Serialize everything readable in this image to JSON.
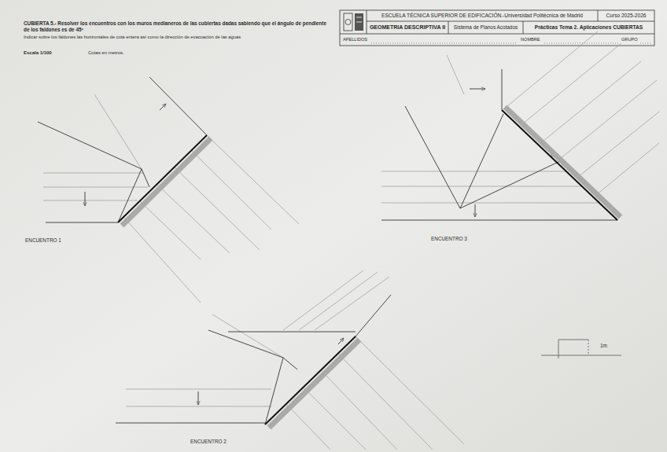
{
  "diagram": {
    "nodes": [
      {
        "text": [
          "ESCUELA TÉCNICA SUPERIOR DE EDIFICACIÓN.-Universidad Politécnica de Madrid"
        ]
      },
      {
        "text": [
          "Curso 2025-2026"
        ]
      },
      {
        "text": [
          "GEOMETRIA DESCRIPTIVA II"
        ]
      },
      {
        "text": [
          "Sistema de Planos Acotados"
        ]
      },
      {
        "text": [
          "Prácticas Tema 2. Aplicaciones CUBIERTAS"
        ]
      },
      {
        "text": [
          "APELLIDOS",
          "NOMBRE",
          "GRUPO"
        ]
      }
    ],
    "labels": [
      "CUBIERTA 5.- Resolver los encuentros con los muros medianeros de las cubiertas dadas sabiendo que el ángulo de pendiente de los faldones es de 45º",
      "Indicar sobre los faldones las horizontales de cota entera así como la dirección de evacuación de las aguas",
      "Escala 1/100",
      "Cotas en metros.",
      "ENCUENTRO 1",
      "ENCUENTRO 3",
      "ENCUENTRO 2",
      "1m"
    ]
  }
}
